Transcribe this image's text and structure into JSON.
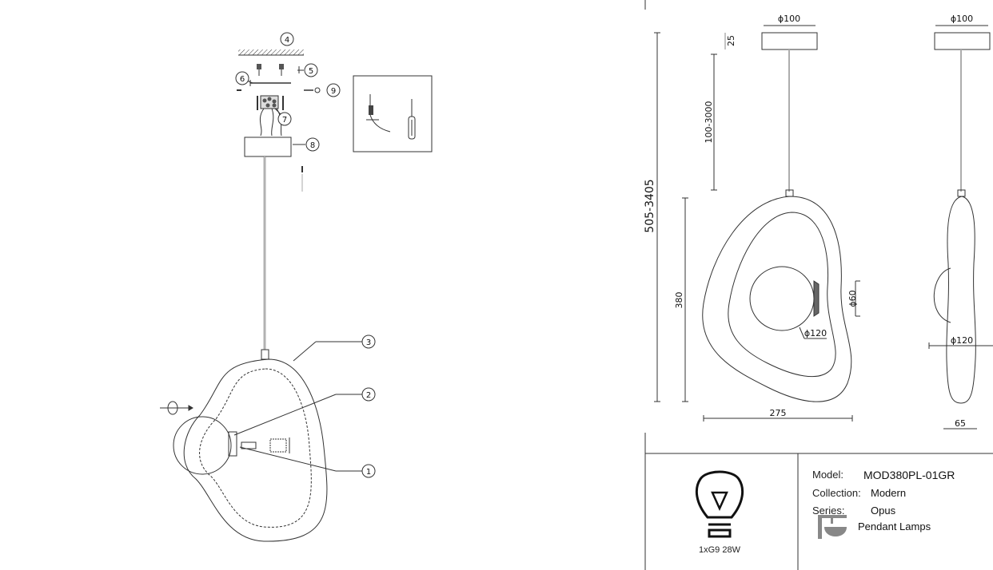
{
  "callouts": {
    "c1": "1",
    "c2": "2",
    "c3": "3",
    "c4": "4",
    "c5": "5",
    "c6": "6",
    "c7": "7",
    "c8": "8",
    "c9": "9"
  },
  "dimensions": {
    "canopy_diameter_front": "ϕ100",
    "canopy_diameter_side": "ϕ100",
    "canopy_height": "25",
    "cable_length": "100-3000",
    "total_height": "505-3405",
    "shade_height": "380",
    "bulb_diameter": "ϕ60",
    "globe_diameter_front": "ϕ120",
    "globe_diameter_side": "ϕ120",
    "width": "275",
    "depth": "65"
  },
  "info": {
    "model_label": "Model:",
    "model_value": "MOD380PL-01GR",
    "collection_label": "Collection:",
    "collection_value": "Modern",
    "series_label": "Series:",
    "series_value": "Opus",
    "type_value": "Pendant Lamps",
    "bulb_spec": "1xG9 28W"
  },
  "icons": [
    "bulb-icon",
    "pendant-lamp-icon"
  ]
}
